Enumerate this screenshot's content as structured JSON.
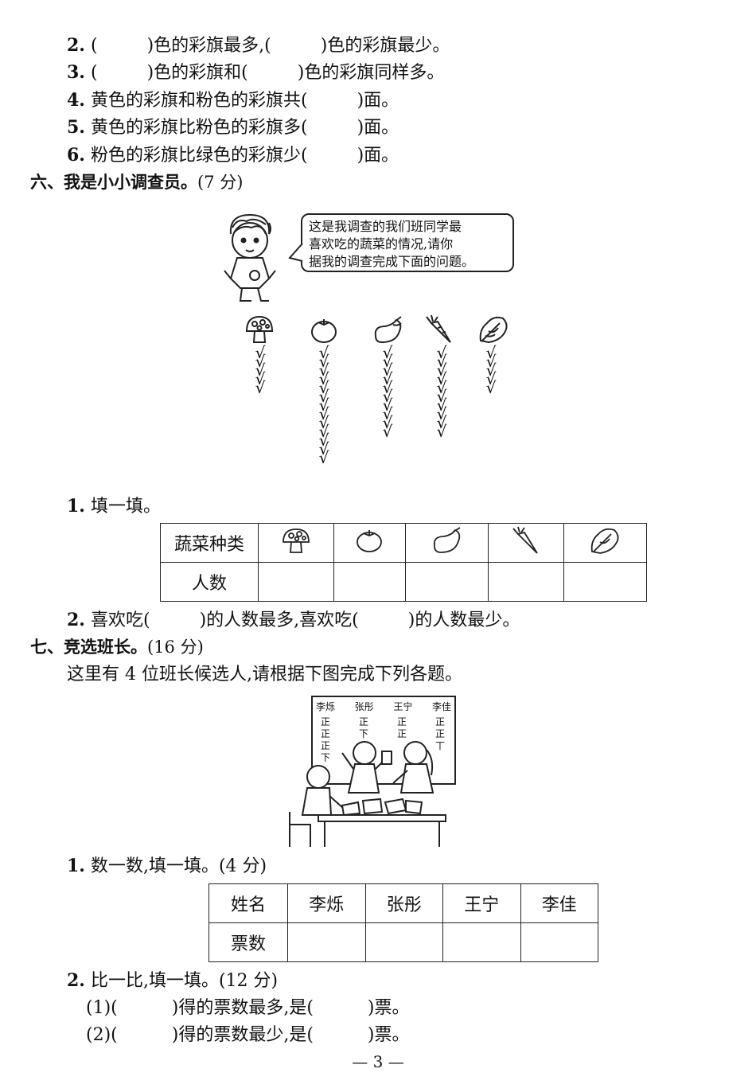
{
  "top_questions": [
    {
      "num": "2.",
      "parts": [
        "(",
        ")色的彩旗最多,(",
        ")色的彩旗最少。"
      ]
    },
    {
      "num": "3.",
      "parts": [
        "(",
        ")色的彩旗和(",
        ")色的彩旗同样多。"
      ]
    },
    {
      "num": "4.",
      "parts": [
        "黄色的彩旗和粉色的彩旗共(",
        ")面。"
      ]
    },
    {
      "num": "5.",
      "parts": [
        "黄色的彩旗比粉色的彩旗多(",
        ")面。"
      ]
    },
    {
      "num": "6.",
      "parts": [
        "粉色的彩旗比绿色的彩旗少(",
        ")面。"
      ]
    }
  ],
  "section6": {
    "title": "六、我是小小调查员。",
    "points": "(7 分)",
    "bubble": [
      "这是我调查的我们班同学最",
      "喜欢吃的蔬菜的情况,请你",
      "据我的调查完成下面的问题。"
    ],
    "vegetables": [
      "mushroom",
      "tomato",
      "eggplant",
      "carrot",
      "cabbage"
    ],
    "check_counts": [
      5,
      13,
      10,
      10,
      5
    ],
    "check_glyph": "√",
    "q1": {
      "num": "1.",
      "text": "填一填。"
    },
    "table": {
      "row1_label": "蔬菜种类",
      "row2_label": "人数"
    },
    "q2": {
      "num": "2.",
      "parts": [
        "喜欢吃(",
        ")的人数最多,喜欢吃(",
        ")的人数最少。"
      ]
    }
  },
  "section7": {
    "title": "七、竞选班长。",
    "points": "(16 分)",
    "intro": "这里有 4 位班长候选人,请根据下图完成下列各题。",
    "board": {
      "names": [
        "李烁",
        "张彤",
        "王宁",
        "李佳"
      ],
      "tallies": [
        [
          "正",
          "正",
          "正",
          "下"
        ],
        [
          "正",
          "下"
        ],
        [
          "正",
          "正"
        ],
        [
          "正",
          "正",
          "丅"
        ]
      ]
    },
    "q1": {
      "num": "1.",
      "text": "数一数,填一填。(4 分)"
    },
    "table": {
      "header": [
        "姓名",
        "李烁",
        "张彤",
        "王宁",
        "李佳"
      ],
      "row2_label": "票数"
    },
    "q2": {
      "num": "2.",
      "text": "比一比,填一填。(12 分)"
    },
    "sub": [
      {
        "parts": [
          "(1)(",
          ")得的票数最多,是(",
          ")票。"
        ]
      },
      {
        "parts": [
          "(2)(",
          ")得的票数最少,是(",
          ")票。"
        ]
      }
    ]
  },
  "page_number": "— 3 —"
}
